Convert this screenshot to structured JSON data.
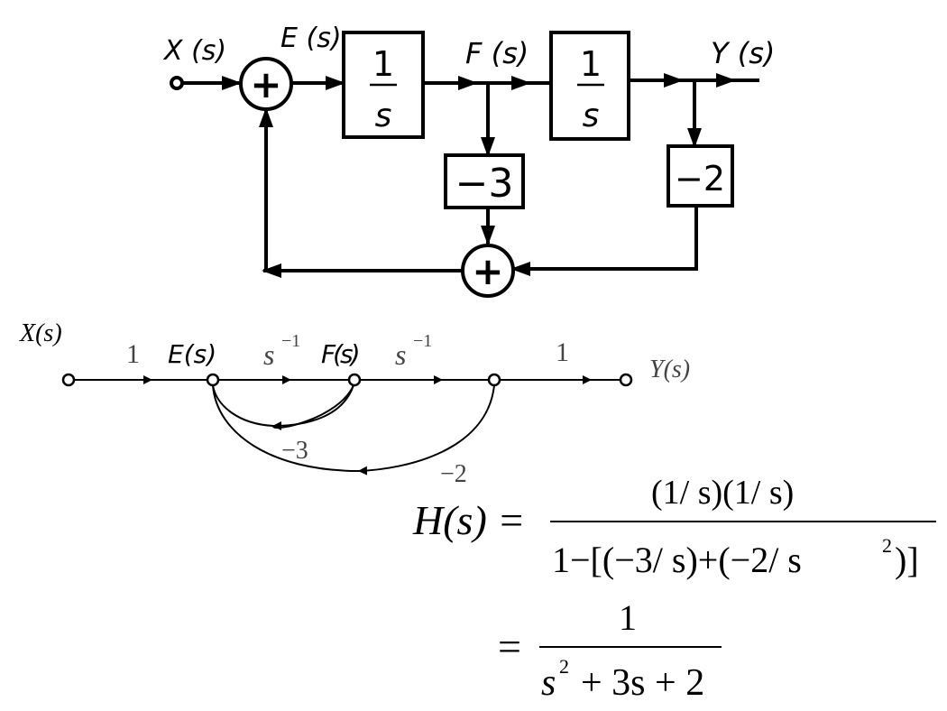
{
  "block_diagram": {
    "input_label": "X (s)",
    "error_label": "E (s)",
    "mid_label": "F (s)",
    "output_label": "Y (s)",
    "block1": {
      "num": "1",
      "den": "s"
    },
    "block2": {
      "num": "1",
      "den": "s"
    },
    "gain_f": "−3",
    "gain_y": "−2",
    "summer_symbol": "+"
  },
  "flow_graph": {
    "input_label": "X(s)",
    "output_label": "Y(s)",
    "node_e_label": "E(s)",
    "node_f_label": "F(s)",
    "gain_in": "1",
    "gain_out": "1",
    "gain_1_base": "s",
    "gain_1_exp": "−1",
    "gain_2_base": "s",
    "gain_2_exp": "−1",
    "feedback_inner": "−3",
    "feedback_outer": "−2"
  },
  "formula": {
    "lhs": "H(s) =",
    "num1": "(1/ s)(1/ s)",
    "den1_a": "1−[(−3/ s)+(−2/ s",
    "den1_sup": "2",
    "den1_b": ")]",
    "eq2": "=",
    "num2": "1",
    "den2_s": "s",
    "den2_sup": "2",
    "den2_rest": "+ 3s + 2"
  }
}
